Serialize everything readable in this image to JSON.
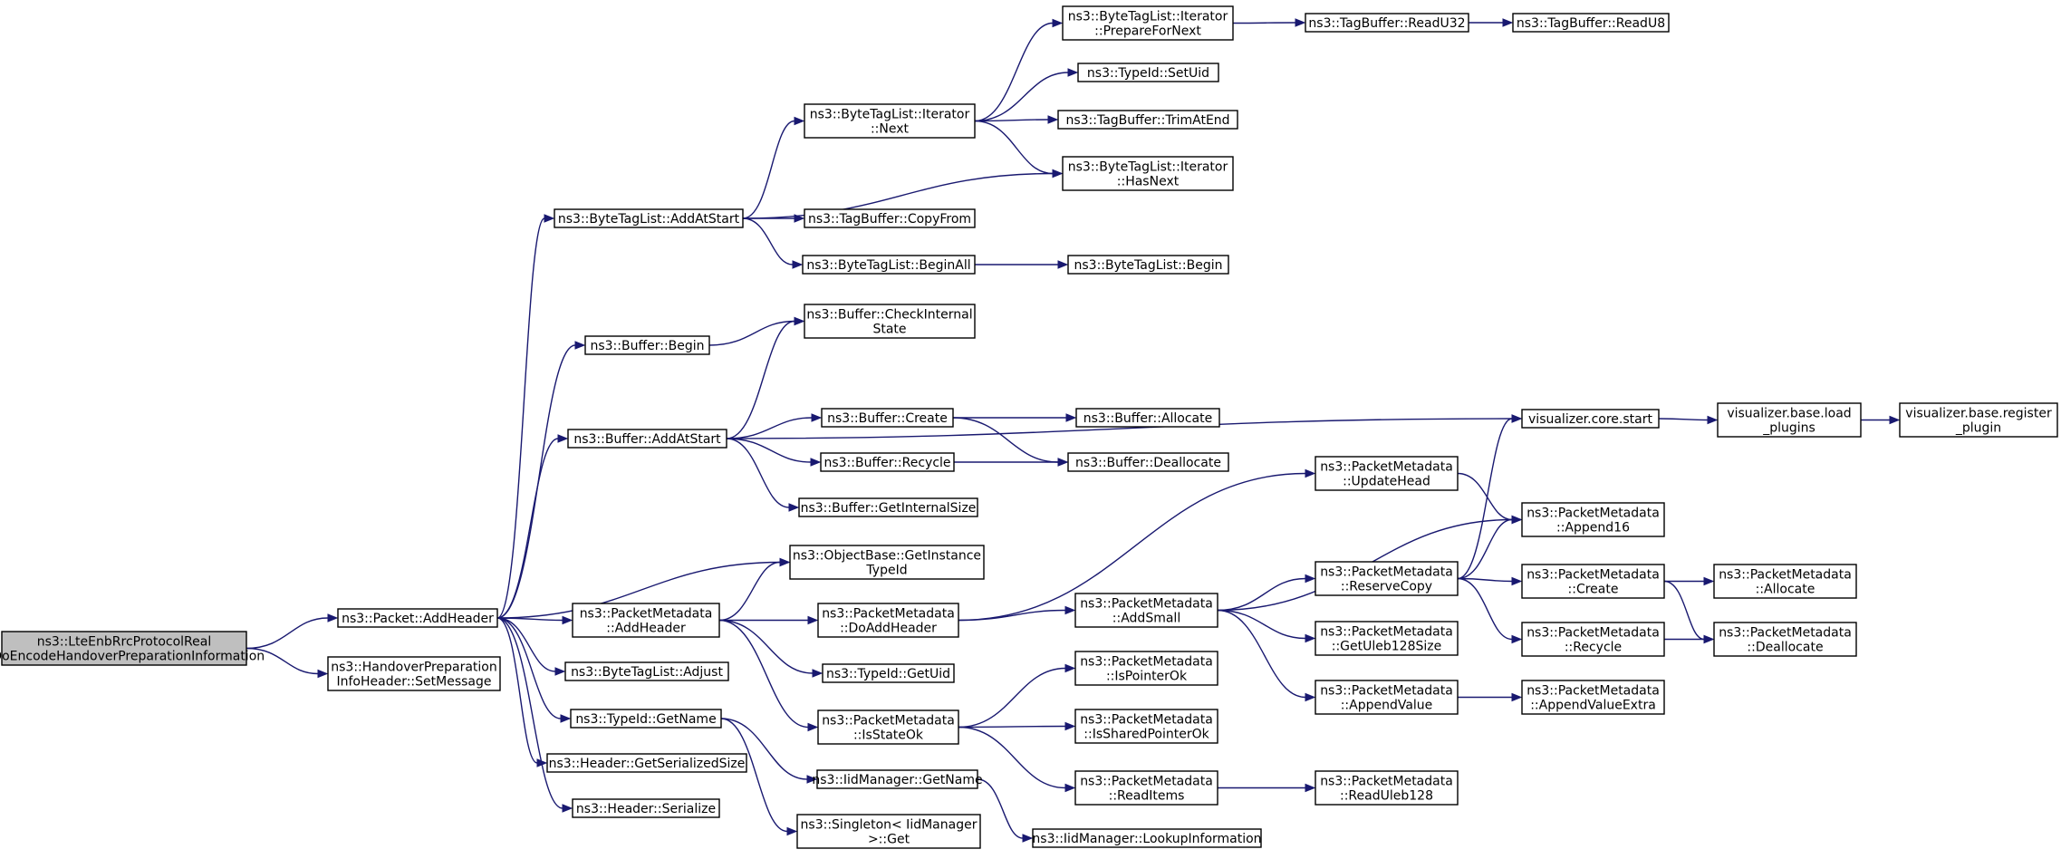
{
  "diagram": {
    "type": "call-graph",
    "colors": {
      "edge": "#191970",
      "root_fill": "#bfbfbf",
      "node_fill": "#ffffff",
      "border": "#000000"
    },
    "nodes": [
      {
        "id": "root",
        "lines": [
          "ns3::LteEnbRrcProtocolReal",
          "::DoEncodeHandoverPreparationInformation"
        ],
        "root": true
      },
      {
        "id": "addheader",
        "lines": [
          "ns3::Packet::AddHeader"
        ]
      },
      {
        "id": "setmessage",
        "lines": [
          "ns3::HandoverPreparation",
          "InfoHeader::SetMessage"
        ]
      },
      {
        "id": "btl_addatstart",
        "lines": [
          "ns3::ByteTagList::AddAtStart"
        ]
      },
      {
        "id": "buf_begin",
        "lines": [
          "ns3::Buffer::Begin"
        ]
      },
      {
        "id": "buf_addatstart",
        "lines": [
          "ns3::Buffer::AddAtStart"
        ]
      },
      {
        "id": "getinstancetypeid",
        "lines": [
          "ns3::ObjectBase::GetInstance",
          "TypeId"
        ]
      },
      {
        "id": "pm_addheader",
        "lines": [
          "ns3::PacketMetadata",
          "::AddHeader"
        ]
      },
      {
        "id": "btl_adjust",
        "lines": [
          "ns3::ByteTagList::Adjust"
        ]
      },
      {
        "id": "typeid_getname",
        "lines": [
          "ns3::TypeId::GetName"
        ]
      },
      {
        "id": "hdr_getsersize",
        "lines": [
          "ns3::Header::GetSerializedSize"
        ]
      },
      {
        "id": "hdr_serialize",
        "lines": [
          "ns3::Header::Serialize"
        ]
      },
      {
        "id": "it_next",
        "lines": [
          "ns3::ByteTagList::Iterator",
          "::Next"
        ]
      },
      {
        "id": "tb_copyfrom",
        "lines": [
          "ns3::TagBuffer::CopyFrom"
        ]
      },
      {
        "id": "btl_beginall",
        "lines": [
          "ns3::ByteTagList::BeginAll"
        ]
      },
      {
        "id": "buf_checkinternal",
        "lines": [
          "ns3::Buffer::CheckInternal",
          "State"
        ]
      },
      {
        "id": "buf_create",
        "lines": [
          "ns3::Buffer::Create"
        ]
      },
      {
        "id": "buf_recycle",
        "lines": [
          "ns3::Buffer::Recycle"
        ]
      },
      {
        "id": "buf_getinternalsize",
        "lines": [
          "ns3::Buffer::GetInternalSize"
        ]
      },
      {
        "id": "pm_doaddheader",
        "lines": [
          "ns3::PacketMetadata",
          "::DoAddHeader"
        ]
      },
      {
        "id": "typeid_getuid",
        "lines": [
          "ns3::TypeId::GetUid"
        ]
      },
      {
        "id": "pm_isstateok",
        "lines": [
          "ns3::PacketMetadata",
          "::IsStateOk"
        ]
      },
      {
        "id": "iid_getname",
        "lines": [
          "ns3::IidManager::GetName"
        ]
      },
      {
        "id": "singleton_get",
        "lines": [
          "ns3::Singleton< IidManager",
          ">::Get"
        ]
      },
      {
        "id": "it_preparefornext",
        "lines": [
          "ns3::ByteTagList::Iterator",
          "::PrepareForNext"
        ]
      },
      {
        "id": "typeid_setuid",
        "lines": [
          "ns3::TypeId::SetUid"
        ]
      },
      {
        "id": "tb_trimatend",
        "lines": [
          "ns3::TagBuffer::TrimAtEnd"
        ]
      },
      {
        "id": "it_hasnext",
        "lines": [
          "ns3::ByteTagList::Iterator",
          "::HasNext"
        ]
      },
      {
        "id": "btl_begin",
        "lines": [
          "ns3::ByteTagList::Begin"
        ]
      },
      {
        "id": "buf_allocate",
        "lines": [
          "ns3::Buffer::Allocate"
        ]
      },
      {
        "id": "buf_deallocate",
        "lines": [
          "ns3::Buffer::Deallocate"
        ]
      },
      {
        "id": "pm_addsmall",
        "lines": [
          "ns3::PacketMetadata",
          "::AddSmall"
        ]
      },
      {
        "id": "pm_ispointerok",
        "lines": [
          "ns3::PacketMetadata",
          "::IsPointerOk"
        ]
      },
      {
        "id": "pm_issharedpointerok",
        "lines": [
          "ns3::PacketMetadata",
          "::IsSharedPointerOk"
        ]
      },
      {
        "id": "pm_readitems",
        "lines": [
          "ns3::PacketMetadata",
          "::ReadItems"
        ]
      },
      {
        "id": "iid_lookupinfo",
        "lines": [
          "ns3::IidManager::LookupInformation"
        ]
      },
      {
        "id": "tb_readu32",
        "lines": [
          "ns3::TagBuffer::ReadU32"
        ]
      },
      {
        "id": "tb_readu8",
        "lines": [
          "ns3::TagBuffer::ReadU8"
        ]
      },
      {
        "id": "vis_core_start",
        "lines": [
          "visualizer.core.start"
        ]
      },
      {
        "id": "pm_updatehead",
        "lines": [
          "ns3::PacketMetadata",
          "::UpdateHead"
        ]
      },
      {
        "id": "pm_reservecopy",
        "lines": [
          "ns3::PacketMetadata",
          "::ReserveCopy"
        ]
      },
      {
        "id": "pm_getuleb128size",
        "lines": [
          "ns3::PacketMetadata",
          "::GetUleb128Size"
        ]
      },
      {
        "id": "pm_appendvalue",
        "lines": [
          "ns3::PacketMetadata",
          "::AppendValue"
        ]
      },
      {
        "id": "pm_readuleb128",
        "lines": [
          "ns3::PacketMetadata",
          "::ReadUleb128"
        ]
      },
      {
        "id": "vis_base_load",
        "lines": [
          "visualizer.base.load",
          "_plugins"
        ]
      },
      {
        "id": "vis_base_register",
        "lines": [
          "visualizer.base.register",
          "_plugin"
        ]
      },
      {
        "id": "pm_append16",
        "lines": [
          "ns3::PacketMetadata",
          "::Append16"
        ]
      },
      {
        "id": "pm_create",
        "lines": [
          "ns3::PacketMetadata",
          "::Create"
        ]
      },
      {
        "id": "pm_recycle",
        "lines": [
          "ns3::PacketMetadata",
          "::Recycle"
        ]
      },
      {
        "id": "pm_appendvalueextra",
        "lines": [
          "ns3::PacketMetadata",
          "::AppendValueExtra"
        ]
      },
      {
        "id": "pm_allocate",
        "lines": [
          "ns3::PacketMetadata",
          "::Allocate"
        ]
      },
      {
        "id": "pm_deallocate",
        "lines": [
          "ns3::PacketMetadata",
          "::Deallocate"
        ]
      }
    ],
    "edges": [
      [
        "root",
        "addheader"
      ],
      [
        "root",
        "setmessage"
      ],
      [
        "addheader",
        "btl_addatstart"
      ],
      [
        "addheader",
        "buf_begin"
      ],
      [
        "addheader",
        "buf_addatstart"
      ],
      [
        "addheader",
        "getinstancetypeid"
      ],
      [
        "addheader",
        "pm_addheader"
      ],
      [
        "addheader",
        "btl_adjust"
      ],
      [
        "addheader",
        "typeid_getname"
      ],
      [
        "addheader",
        "hdr_getsersize"
      ],
      [
        "addheader",
        "hdr_serialize"
      ],
      [
        "btl_addatstart",
        "it_next"
      ],
      [
        "btl_addatstart",
        "it_hasnext"
      ],
      [
        "btl_addatstart",
        "tb_copyfrom"
      ],
      [
        "btl_addatstart",
        "btl_beginall"
      ],
      [
        "it_next",
        "it_preparefornext"
      ],
      [
        "it_next",
        "typeid_setuid"
      ],
      [
        "it_next",
        "tb_trimatend"
      ],
      [
        "it_next",
        "it_hasnext"
      ],
      [
        "it_preparefornext",
        "tb_readu32"
      ],
      [
        "tb_readu32",
        "tb_readu8"
      ],
      [
        "btl_beginall",
        "btl_begin"
      ],
      [
        "buf_begin",
        "buf_checkinternal"
      ],
      [
        "buf_addatstart",
        "buf_checkinternal"
      ],
      [
        "buf_addatstart",
        "vis_core_start"
      ],
      [
        "buf_addatstart",
        "buf_create"
      ],
      [
        "buf_addatstart",
        "buf_recycle"
      ],
      [
        "buf_addatstart",
        "buf_getinternalsize"
      ],
      [
        "buf_create",
        "buf_allocate"
      ],
      [
        "buf_create",
        "buf_deallocate"
      ],
      [
        "buf_recycle",
        "buf_deallocate"
      ],
      [
        "vis_core_start",
        "vis_base_load"
      ],
      [
        "vis_base_load",
        "vis_base_register"
      ],
      [
        "pm_addheader",
        "getinstancetypeid"
      ],
      [
        "pm_addheader",
        "pm_doaddheader"
      ],
      [
        "pm_addheader",
        "typeid_getuid"
      ],
      [
        "pm_addheader",
        "pm_isstateok"
      ],
      [
        "pm_doaddheader",
        "pm_updatehead"
      ],
      [
        "pm_doaddheader",
        "pm_addsmall"
      ],
      [
        "pm_updatehead",
        "pm_append16"
      ],
      [
        "pm_addsmall",
        "pm_append16"
      ],
      [
        "pm_addsmall",
        "pm_reservecopy"
      ],
      [
        "pm_addsmall",
        "pm_getuleb128size"
      ],
      [
        "pm_addsmall",
        "pm_appendvalue"
      ],
      [
        "pm_reservecopy",
        "vis_core_start"
      ],
      [
        "pm_reservecopy",
        "pm_append16"
      ],
      [
        "pm_reservecopy",
        "pm_create"
      ],
      [
        "pm_reservecopy",
        "pm_recycle"
      ],
      [
        "pm_create",
        "pm_allocate"
      ],
      [
        "pm_create",
        "pm_deallocate"
      ],
      [
        "pm_recycle",
        "pm_deallocate"
      ],
      [
        "pm_appendvalue",
        "pm_appendvalueextra"
      ],
      [
        "pm_isstateok",
        "pm_ispointerok"
      ],
      [
        "pm_isstateok",
        "pm_issharedpointerok"
      ],
      [
        "pm_isstateok",
        "pm_readitems"
      ],
      [
        "pm_readitems",
        "pm_readuleb128"
      ],
      [
        "typeid_getname",
        "iid_getname"
      ],
      [
        "typeid_getname",
        "singleton_get"
      ],
      [
        "iid_getname",
        "iid_lookupinfo"
      ]
    ]
  }
}
